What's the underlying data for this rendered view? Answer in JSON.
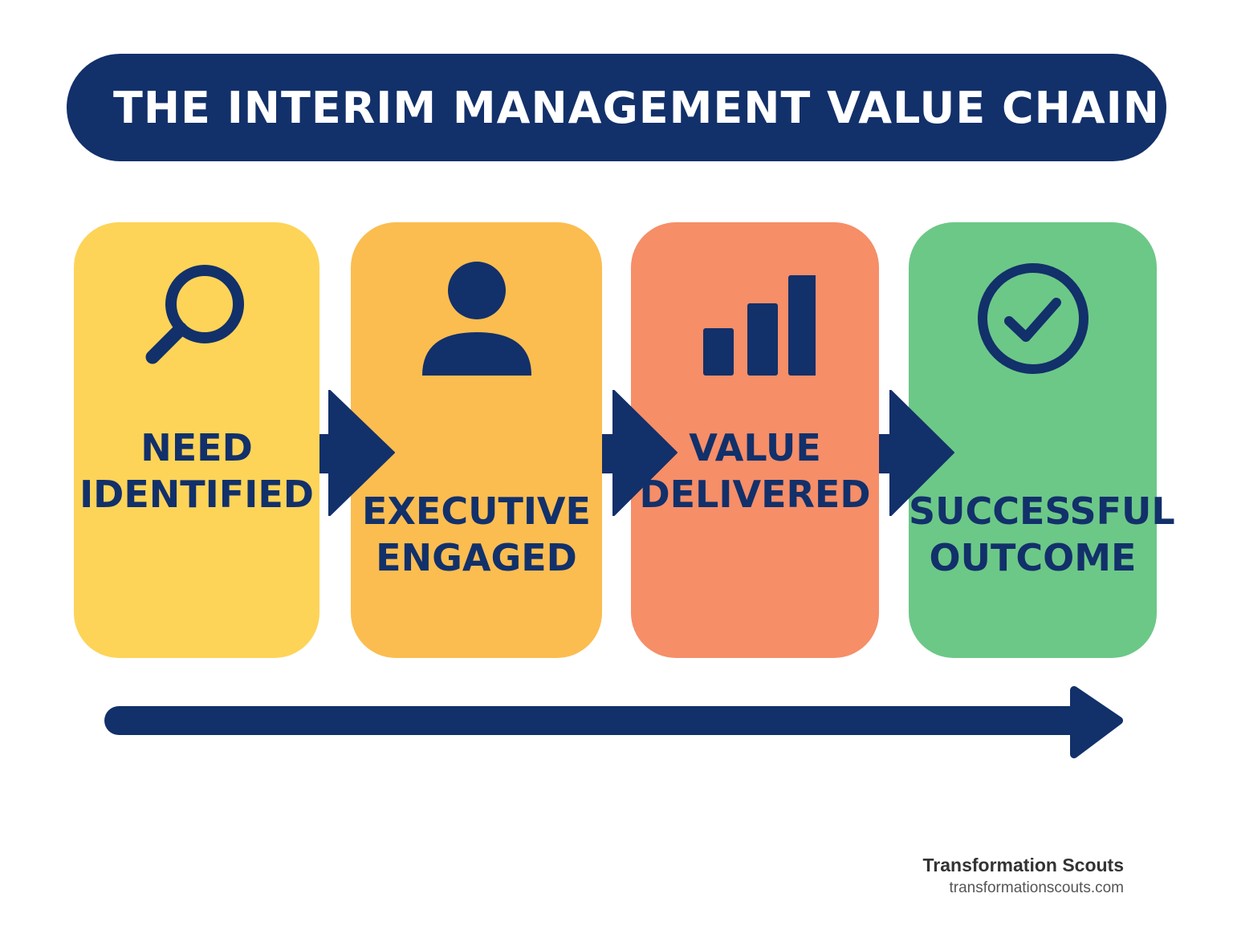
{
  "title": "THE INTERIM MANAGEMENT VALUE CHAIN",
  "colors": {
    "navy": "#12306a",
    "step1": "#fdd458",
    "step2": "#fbbd50",
    "step3": "#f68e68",
    "step4": "#6cc887"
  },
  "steps": [
    {
      "line1": "NEED",
      "line2": "IDENTIFIED",
      "icon": "magnifier-icon"
    },
    {
      "line1": "EXECUTIVE",
      "line2": "ENGAGED",
      "icon": "person-icon"
    },
    {
      "line1": "VALUE",
      "line2": "DELIVERED",
      "icon": "bar-chart-icon"
    },
    {
      "line1": "SUCCESSFUL",
      "line2": "OUTCOME",
      "icon": "check-circle-icon"
    }
  ],
  "footer": {
    "brand": "Transformation Scouts",
    "url": "transformationscouts.com"
  }
}
